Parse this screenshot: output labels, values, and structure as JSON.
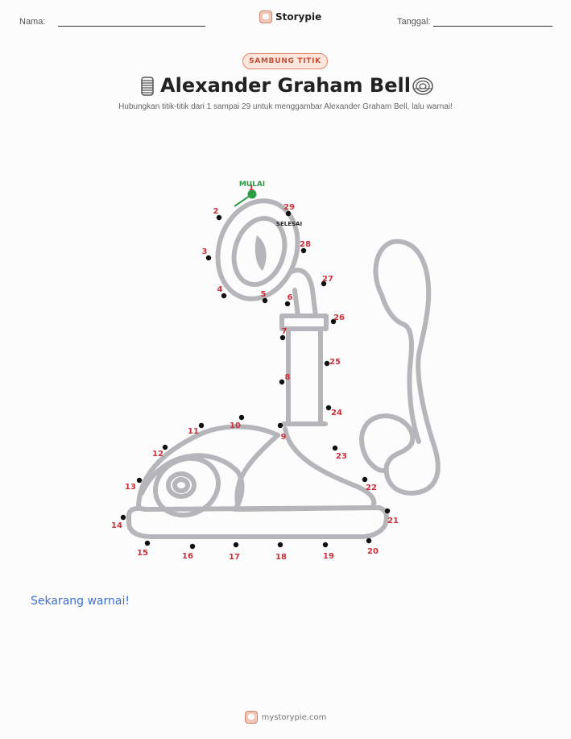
{
  "header": {
    "name_label": "Nama:",
    "brand": "Storypie",
    "date_label": "Tanggal:"
  },
  "badge": "SAMBUNG TITIK",
  "title": "Alexander Graham Bell",
  "subtitle": "Hubungkan titik-titik dari 1 sampai 29 untuk menggambar Alexander Graham Bell, lalu warnai!",
  "puzzle": {
    "start_label": "MULAI",
    "finish_label": "SELESAI",
    "dots": [
      "1",
      "2",
      "3",
      "4",
      "5",
      "6",
      "7",
      "8",
      "9",
      "10",
      "11",
      "12",
      "13",
      "14",
      "15",
      "16",
      "17",
      "18",
      "19",
      "20",
      "21",
      "22",
      "23",
      "24",
      "25",
      "26",
      "27",
      "28",
      "29"
    ]
  },
  "cta": "Sekarang warnai!",
  "footer": {
    "site": "mystorypie.com"
  },
  "colors": {
    "accent": "#c24f37",
    "number": "#c8323c",
    "start": "#2e9b45",
    "cta": "#3b6fd1",
    "drawing": "#b6b6ba"
  }
}
